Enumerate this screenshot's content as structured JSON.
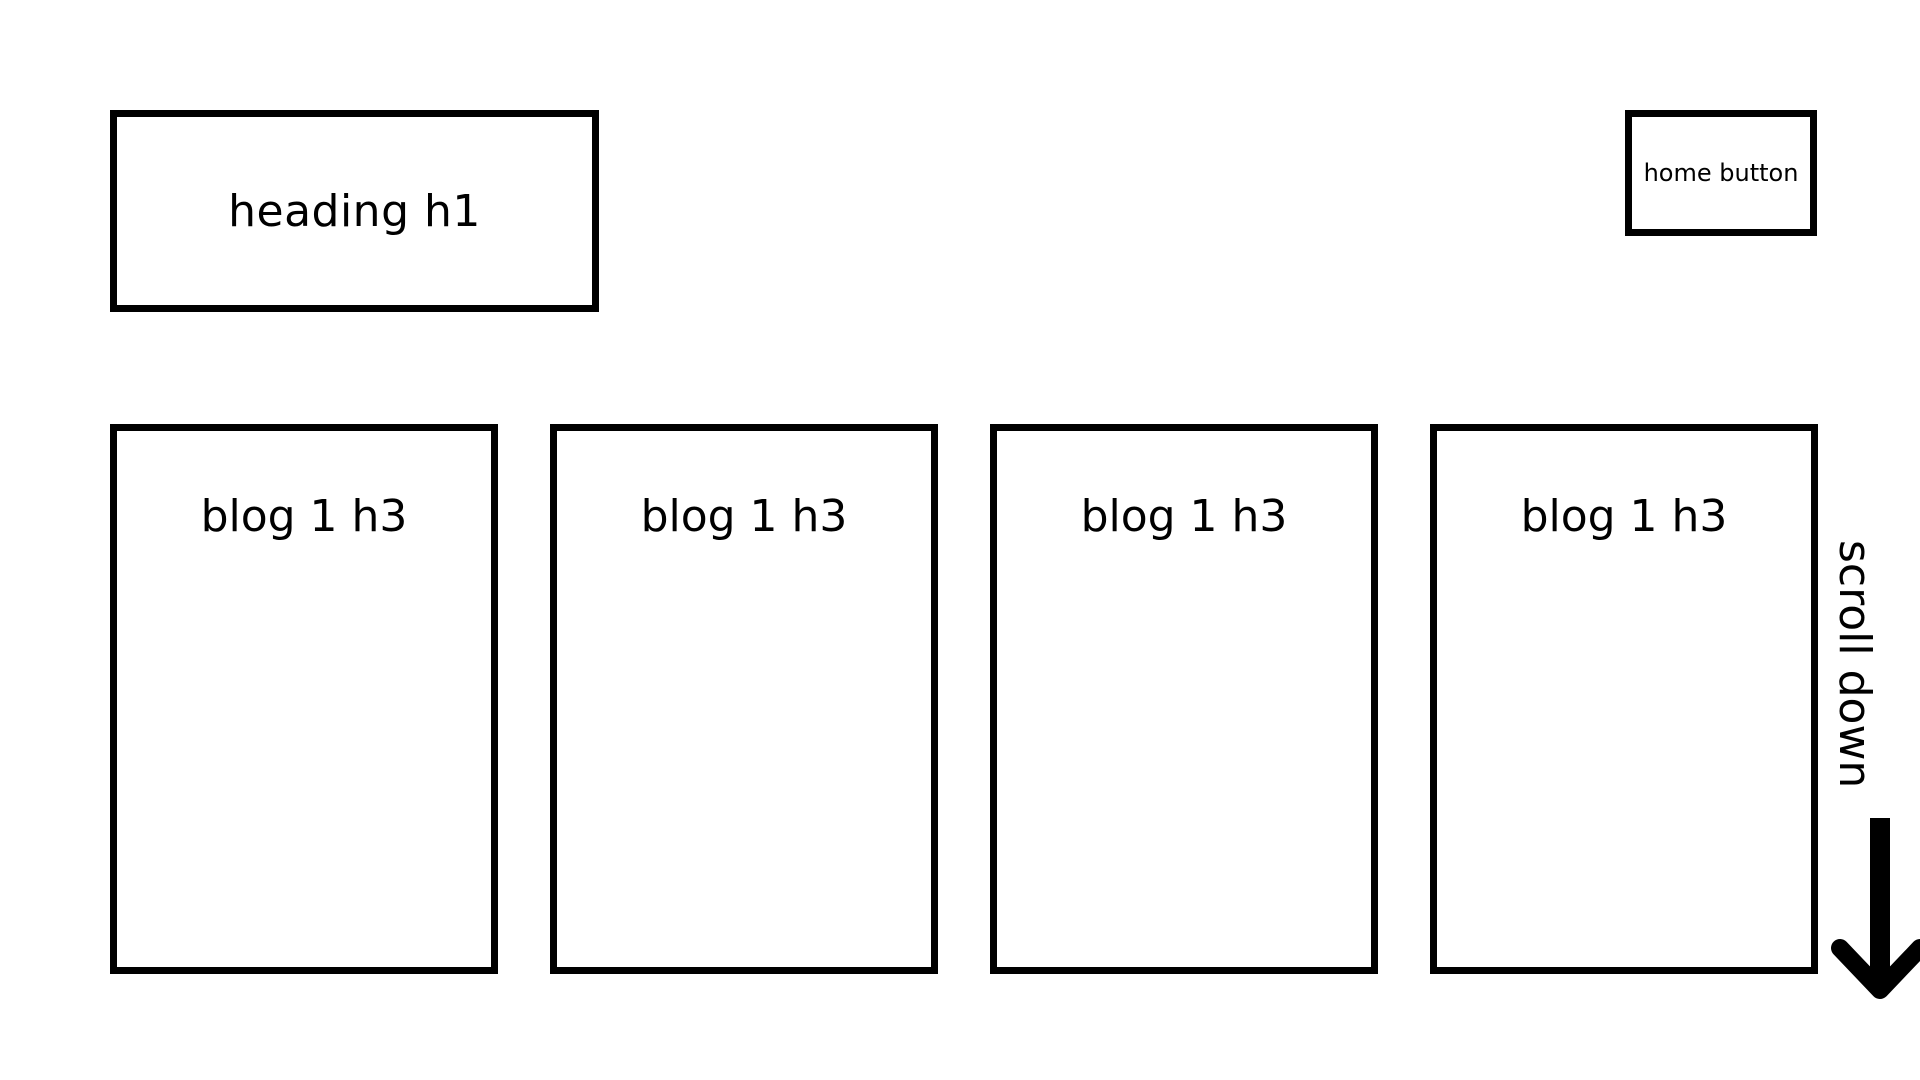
{
  "header": {
    "title": "heading h1",
    "home_button_label": "home button"
  },
  "blogs": [
    {
      "label": "blog 1 h3"
    },
    {
      "label": "blog 1 h3"
    },
    {
      "label": "blog 1 h3"
    },
    {
      "label": "blog 1 h3"
    }
  ],
  "scroll_hint": {
    "label": "scroll down",
    "icon": "arrow-down-icon"
  },
  "colors": {
    "stroke": "#000000",
    "background": "#ffffff"
  }
}
